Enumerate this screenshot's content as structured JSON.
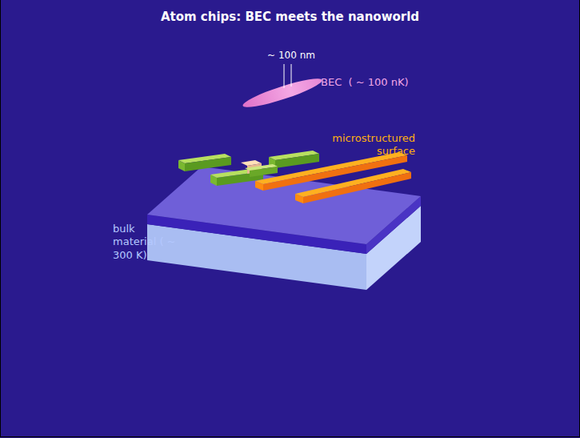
{
  "diagram": {
    "title": "Atom chips: BEC meets the nanoworld",
    "labels": [
      "~ 100 nm",
      "BEC  ( ~ 100 nK)",
      "microstructured surface",
      "bulk material ( ~ 300 K)"
    ]
  }
}
